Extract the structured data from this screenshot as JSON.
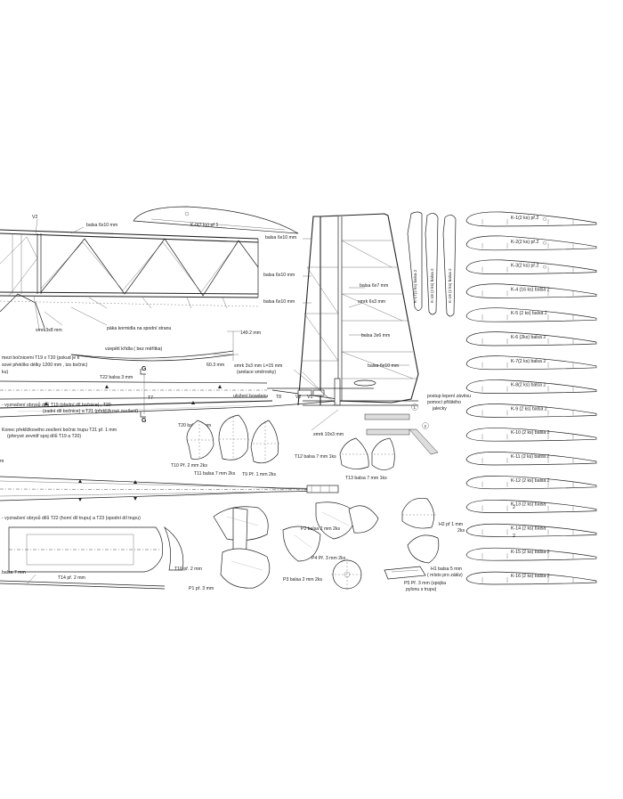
{
  "fuselage": {
    "v2_top": "V2",
    "balsa_6x10_top": "balsa 6x10 mm",
    "smrk": "smrk3x8 mm",
    "paka": "páka kormidla na spodní stranu",
    "vzepeti": "vzepětí křídla ( bez měřítka)",
    "dim_149": "149.2 mm",
    "dim_60": "60.3 mm",
    "note_t19": "mezi bočnicemi T19 s T20 (pokud je k",
    "note_t19b": "sové překlíko délky 1200 mm , tzs bočnic)",
    "note_t19c": "ku)",
    "t22": "T22 balsa 3 mm",
    "g_upper": "G",
    "g_lower": "G",
    "t7": "T7",
    "vyznaceni1": "- vyznačení obrysů dílů  T19 (přední díl bočnice) , T20",
    "vyznaceni1b": "(zadní díl bočnice) a T21 (překližkové zesílení)",
    "t20": "T20 balsa 3 mm",
    "konec1": "Konec překližkového zesílení bočnic trupu T21 př. 1 mm",
    "konec2": "(přeryvé zevnitř spoj dílů T19 a T20)",
    "vyznaceni2": "- vyznačení obrysů dílů  T22 (horní díl trupu) a T23 (spodní díl trupu)",
    "balsa7": "balsa 7 mm",
    "t14": "T14 př. 2 mm",
    "m_left": "m"
  },
  "rib_template": {
    "label": "K-0(2 ks) př 1"
  },
  "fin": {
    "balsa_6x10_a": "balsa 6x10 mm",
    "balsa_6x10_b": "balsa 6x10 mm",
    "balsa_6x10_c": "balsa 6x10 mm",
    "balsa_6x10_d": "balsa 6x10 mm",
    "balsa_6x7": "balsa 6x7 mm",
    "smrk_6x3": "smrk 6x3 mm",
    "balsa_3x6": "balsa 3x6 mm",
    "smrk_3x3": "smrk 3x3 mm L=15 mm",
    "arelace": "(arelace směrovky)",
    "ulozeni": "uložení bowdenu",
    "t8": "T8",
    "v2": "V2",
    "v1": "V1",
    "smrk_10x3": "smrk 10x3 mm",
    "postup1": "postup lepení závěsu",
    "postup2": "pomocí přišitého",
    "postup3": "jalecky",
    "circle1": "1",
    "circle2": "2"
  },
  "parts": {
    "t10": "T10 Př. 2 mm 2ks",
    "t11": "T11 balsa 7 mm 2ks",
    "t9": "T9 Př. 1 mm 2ks",
    "t12": "T12 balsa 7 mm 1ks",
    "t13": "T13 balsa 7 mm 1ks",
    "h2": "H2 př 1 mm",
    "h2b": "2ks",
    "p2": "P2 balsa 2 mm 2ks",
    "p4": "P4 Př. 3 mm 2ks",
    "p3": "P3 balsa 2 mm 2ks",
    "h1": "H1 balsa 5 mm",
    "h1b": "( místo pro záklz)",
    "p5": "P5 Př. 3 mm (spojka",
    "p5b": "pylonu s trupu)",
    "t16": "T16 př. 2 mm",
    "p1": "P1 př. 3 mm"
  },
  "spars": {
    "k17": "K-17(2 ks) balsa 2",
    "k18": "K-18 (2 ks) balsa 2",
    "k19": "K-19 (2 ks) balsa 2"
  },
  "ribs": [
    "K-1(2 ks) př.2",
    "K-2(2 ks) př.2",
    "K-3(2 ks) př.2",
    "K-4 (16 ks) balsa 2",
    "K-5 (2 ks) balsa 2",
    "K-6 (2ks) balsa 2",
    "K-7(2 ks) balsa 2",
    "K-8(2 ks) balsa 2",
    "K-9 (2 ks) balsa 2",
    "K-10 (2 ks) balsa 2",
    "K-11 (2 ks) balsa 2",
    "K-12 (2 ks) balsa 2",
    "K-13 (2 ks) balsa",
    "K-14 (2 ks) balsa",
    "K-15 (2 ks) balsa 2",
    "K-16 (2 ks) balsa 2"
  ],
  "rib_extra": [
    "2",
    "2"
  ]
}
